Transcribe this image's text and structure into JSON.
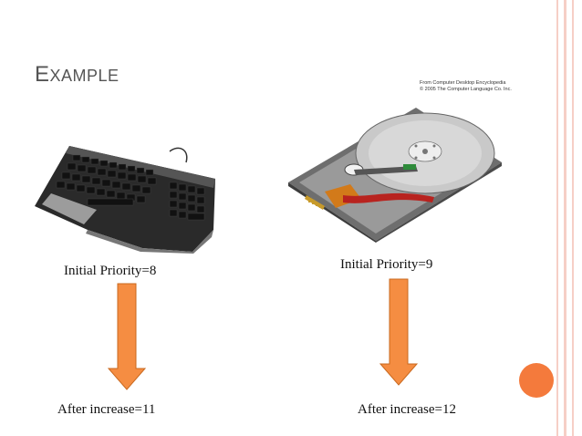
{
  "slide": {
    "title": "Example",
    "title_first": "E",
    "title_rest": "XAMPLE",
    "credit_line1": "From Computer Desktop Encyclopedia",
    "credit_line2": "© 2005 The Computer Language Co. Inc."
  },
  "devices": [
    {
      "name": "keyboard",
      "initial_label": "Initial Priority=8",
      "after_label": "After increase=11"
    },
    {
      "name": "hard-disk",
      "initial_label": "Initial Priority=9",
      "after_label": "After increase=12"
    }
  ],
  "colors": {
    "arrow_fill": "#f58d42",
    "arrow_stroke": "#c9691f",
    "accent_orb": "#f47a3c",
    "border_stripe": "#f4c2b8",
    "title": "#555555"
  }
}
